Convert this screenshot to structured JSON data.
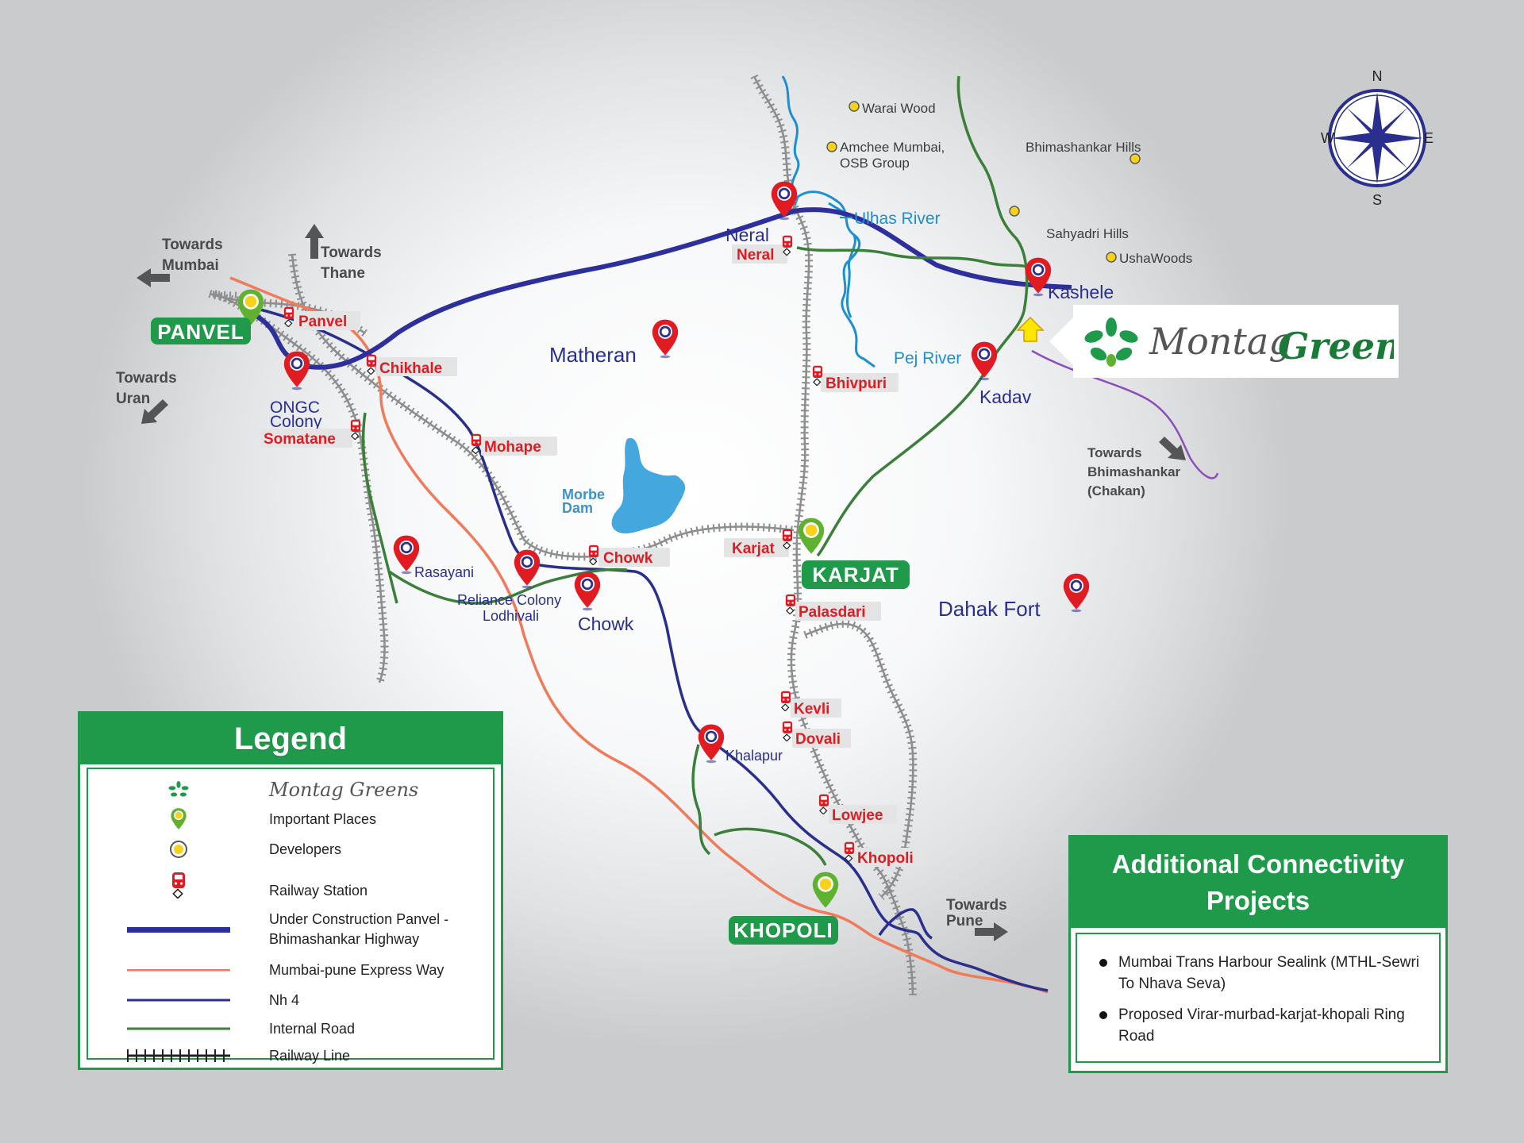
{
  "colors": {
    "highway_under_construction": "#2d2f9c",
    "expressway": "#f07a5a",
    "nh4": "#2a2f8e",
    "internal_road": "#3b7f3a",
    "railway": "#8a8a8a",
    "river": "#1d8fd1",
    "brand_green": "#1f9a4b",
    "station_red": "#e11b22"
  },
  "compass": {
    "n": "N",
    "e": "E",
    "s": "S",
    "w": "W"
  },
  "directions": {
    "mumbai": [
      "Towards",
      "Mumbai"
    ],
    "thane": [
      "Towards",
      "Thane"
    ],
    "uran": [
      "Towards",
      "Uran"
    ],
    "pune": [
      "Towards",
      "Pune"
    ],
    "bhimashankar": [
      "Towards",
      "Bhimashankar",
      "(Chakan)"
    ]
  },
  "important_places": {
    "panvel": "PANVEL",
    "karjat": "KARJAT",
    "khopoli": "KHOPOLI"
  },
  "places": {
    "neral": "Neral",
    "kashele": "Kashele",
    "kadav": "Kadav",
    "matheran": "Matheran",
    "ongc": [
      "ONGC",
      "Colony"
    ],
    "rasayani": "Rasayani",
    "reliance": [
      "Reliance Colony",
      "Lodhivali"
    ],
    "chowk": "Chowk",
    "khalapur": "Khalapur",
    "dahak_fort": "Dahak Fort"
  },
  "stations": {
    "panvel": "Panvel",
    "chikhale": "Chikhale",
    "somatane": "Somatane",
    "mohape": "Mohape",
    "chowk": "Chowk",
    "karjat": "Karjat",
    "neral": "Neral",
    "bhivpuri": "Bhivpuri",
    "palasdari": "Palasdari",
    "kevli": "Kevli",
    "dovali": "Dovali",
    "lowjee": "Lowjee",
    "khopoli": "Khopoli"
  },
  "developers": {
    "warai_wood": "Warai Wood",
    "amchee": [
      "Amchee Mumbai,",
      "OSB Group"
    ],
    "bhimashankar_hills": "Bhimashankar Hills",
    "sahyadri_hills": "Sahyadri Hills",
    "ushawoods": "UshaWoods"
  },
  "rivers": {
    "ulhas": "Ulhas River",
    "pej": "Pej River"
  },
  "dam": [
    "Morbe",
    "Dam"
  ],
  "brand": {
    "word1": "Montag",
    "word2": "Greens"
  },
  "legend": {
    "title": "Legend",
    "items": [
      {
        "label": "Montag Greens",
        "symbol": "brand-logo"
      },
      {
        "label": "Important Places",
        "symbol": "green-pin-icon"
      },
      {
        "label": "Developers",
        "symbol": "yellow-dot-icon"
      },
      {
        "label": "Railway Station",
        "symbol": "railway-station-icon"
      },
      {
        "label": "Under Construction Panvel - Bhimashankar Highway",
        "symbol": "thick-blue-line"
      },
      {
        "label": "Mumbai-pune Express Way",
        "symbol": "orange-line"
      },
      {
        "label": "Nh 4",
        "symbol": "navy-line"
      },
      {
        "label": "Internal Road",
        "symbol": "green-line"
      },
      {
        "label": "Railway Line",
        "symbol": "railway-line"
      }
    ]
  },
  "additional": {
    "title": "Additional Connectivity Projects",
    "items": [
      "Mumbai Trans Harbour Sealink (MTHL-Sewri To Nhava Seva)",
      "Proposed Virar-murbad-karjat-khopali Ring Road"
    ]
  }
}
